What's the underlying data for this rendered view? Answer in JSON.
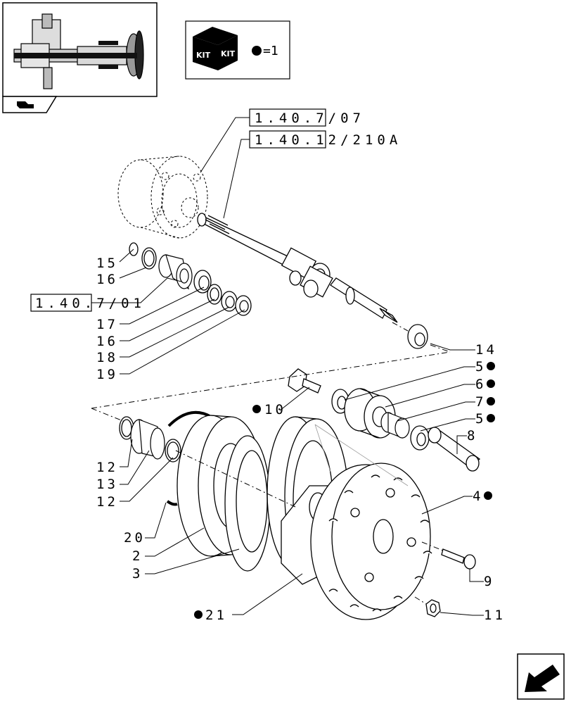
{
  "kit": {
    "text": "KIT",
    "legend": "=1"
  },
  "refs": {
    "ref1": "1.40.7/07",
    "ref2": "1.40.12/210A",
    "ref3": "1.40.7/01"
  },
  "callouts": {
    "c15": "15",
    "c16a": "16",
    "c17": "17",
    "c16b": "16",
    "c18": "18",
    "c19": "19",
    "c14": "14",
    "c5a": "5",
    "c6": "6",
    "c7": "7",
    "c5b": "5",
    "c8": "8",
    "c10": "10",
    "c12a": "12",
    "c13": "13",
    "c12b": "12",
    "c20": "20",
    "c2": "2",
    "c3": "3",
    "c4": "4",
    "c9": "9",
    "c11": "11",
    "c21": "21"
  }
}
